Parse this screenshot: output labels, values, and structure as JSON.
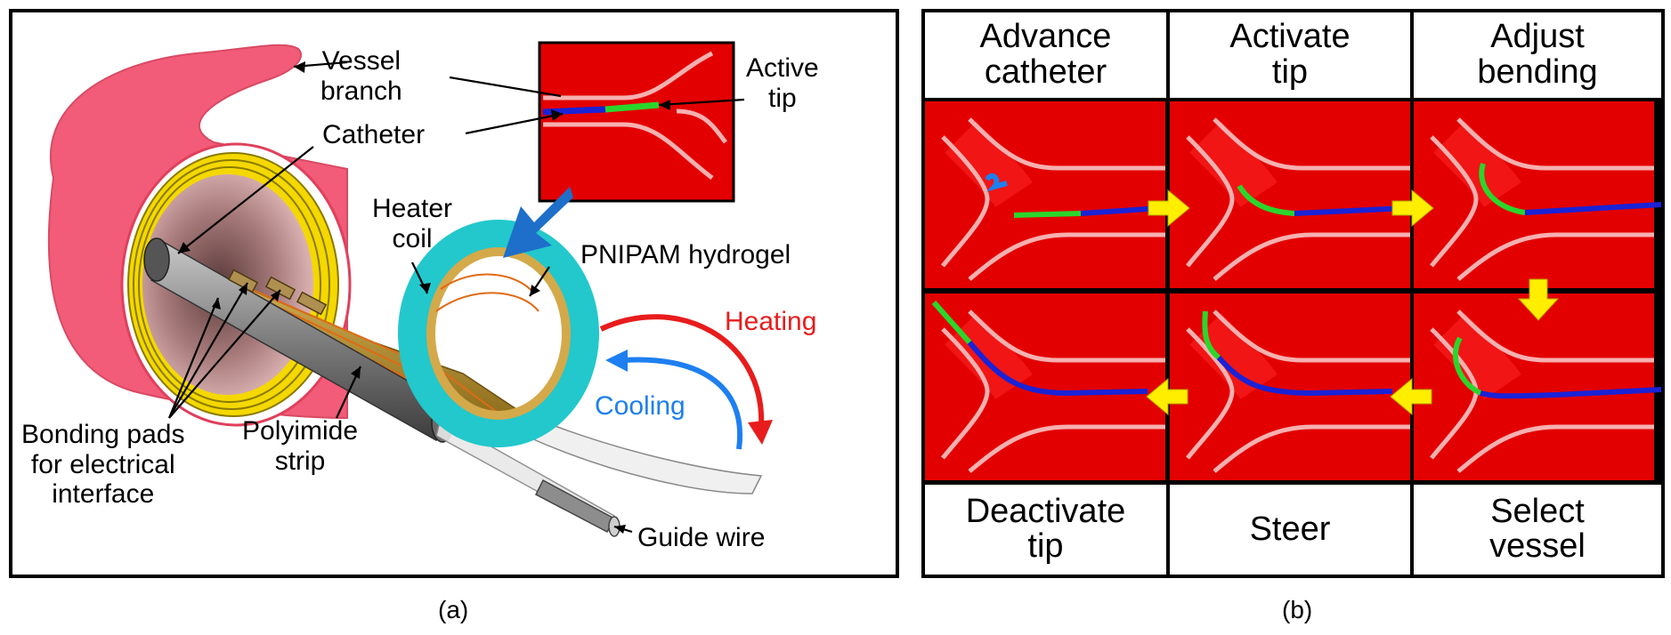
{
  "panel_a": {
    "labels": {
      "vessel_branch": "Vessel\nbranch",
      "catheter": "Catheter",
      "active_tip": "Active\ntip",
      "heater_coil": "Heater\ncoil",
      "pnipam": "PNIPAM hydrogel",
      "heating": "Heating",
      "cooling": "Cooling",
      "bonding_pads": "Bonding pads\nfor electrical\ninterface",
      "polyimide_strip": "Polyimide\nstrip",
      "guide_wire": "Guide wire"
    },
    "caption": "(a)"
  },
  "panel_b": {
    "steps": {
      "advance": "Advance\ncatheter",
      "activate": "Activate\ntip",
      "adjust": "Adjust\nbending",
      "deactivate": "Deactivate\ntip",
      "steer": "Steer",
      "select": "Select\nvessel"
    },
    "caption": "(b)"
  },
  "colors": {
    "vessel_red": "#e30000",
    "vessel_wall": "#f6b0b0",
    "vessel_pink": "#f25c78",
    "catheter_blue": "#1a22d6",
    "tip_green": "#2bd62b",
    "hydrogel_cyan": "#22c8cc",
    "arrow_yellow": "#ffee00",
    "heating_red": "#e81c1c",
    "cooling_blue": "#1e7ff0",
    "big_arrow_blue": "#1d6fc9"
  }
}
